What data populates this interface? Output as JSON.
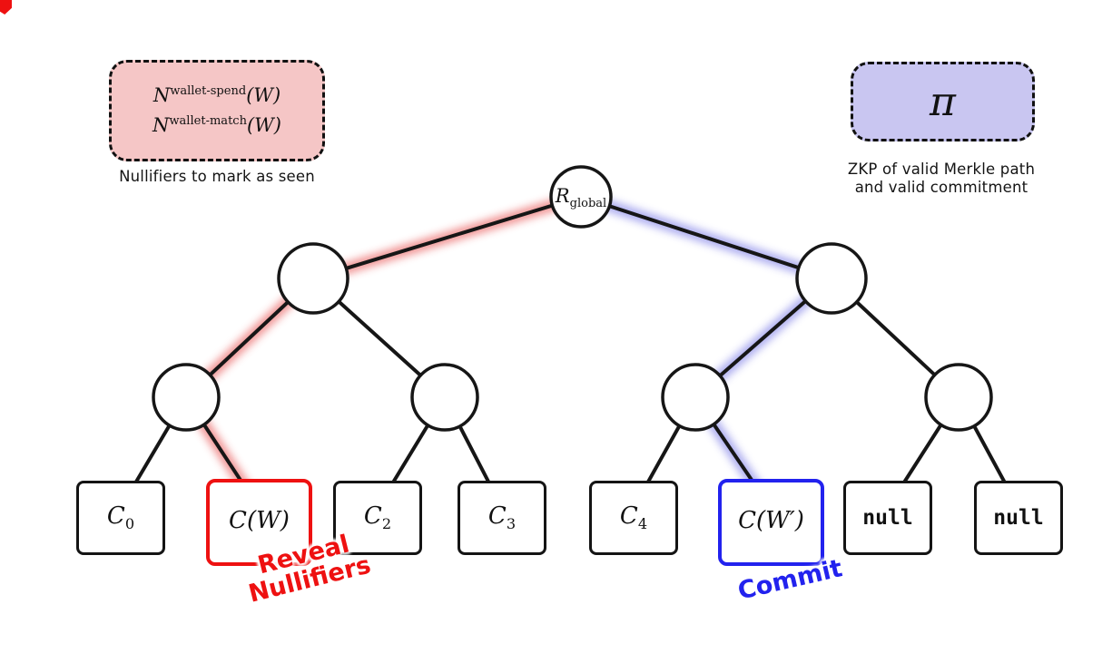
{
  "colors": {
    "accent_red": "#ee1111",
    "accent_blue": "#2222ee",
    "glow_red": "#f09090",
    "glow_blue": "#a9a9ef",
    "box_pink_fill": "#f5c6c6",
    "box_purple_fill": "#c9c6f1",
    "line_black": "#161616"
  },
  "nullifier_box": {
    "line1": {
      "base": "N",
      "sup": "wallet-spend",
      "args": "(W)"
    },
    "line2": {
      "base": "N",
      "sup": "wallet-match",
      "args": "(W)"
    },
    "caption": "Nullifiers to mark as seen"
  },
  "proof_box": {
    "symbol": "π",
    "caption_line1": "ZKP of valid Merkle path",
    "caption_line2": "and valid commitment"
  },
  "tree": {
    "root_label": {
      "base": "R",
      "sub": "global"
    },
    "leaves": [
      {
        "main": "C",
        "sub": "0"
      },
      {
        "main": "C(W)",
        "sub": ""
      },
      {
        "main": "C",
        "sub": "2"
      },
      {
        "main": "C",
        "sub": "3"
      },
      {
        "main": "C",
        "sub": "4"
      },
      {
        "main": "C(W′)",
        "sub": ""
      },
      {
        "main": "null",
        "sub": ""
      },
      {
        "main": "null",
        "sub": ""
      }
    ]
  },
  "annotations": {
    "reveal_line1": "Reveal",
    "reveal_line2": "Nullifiers",
    "commit": "Commit"
  }
}
